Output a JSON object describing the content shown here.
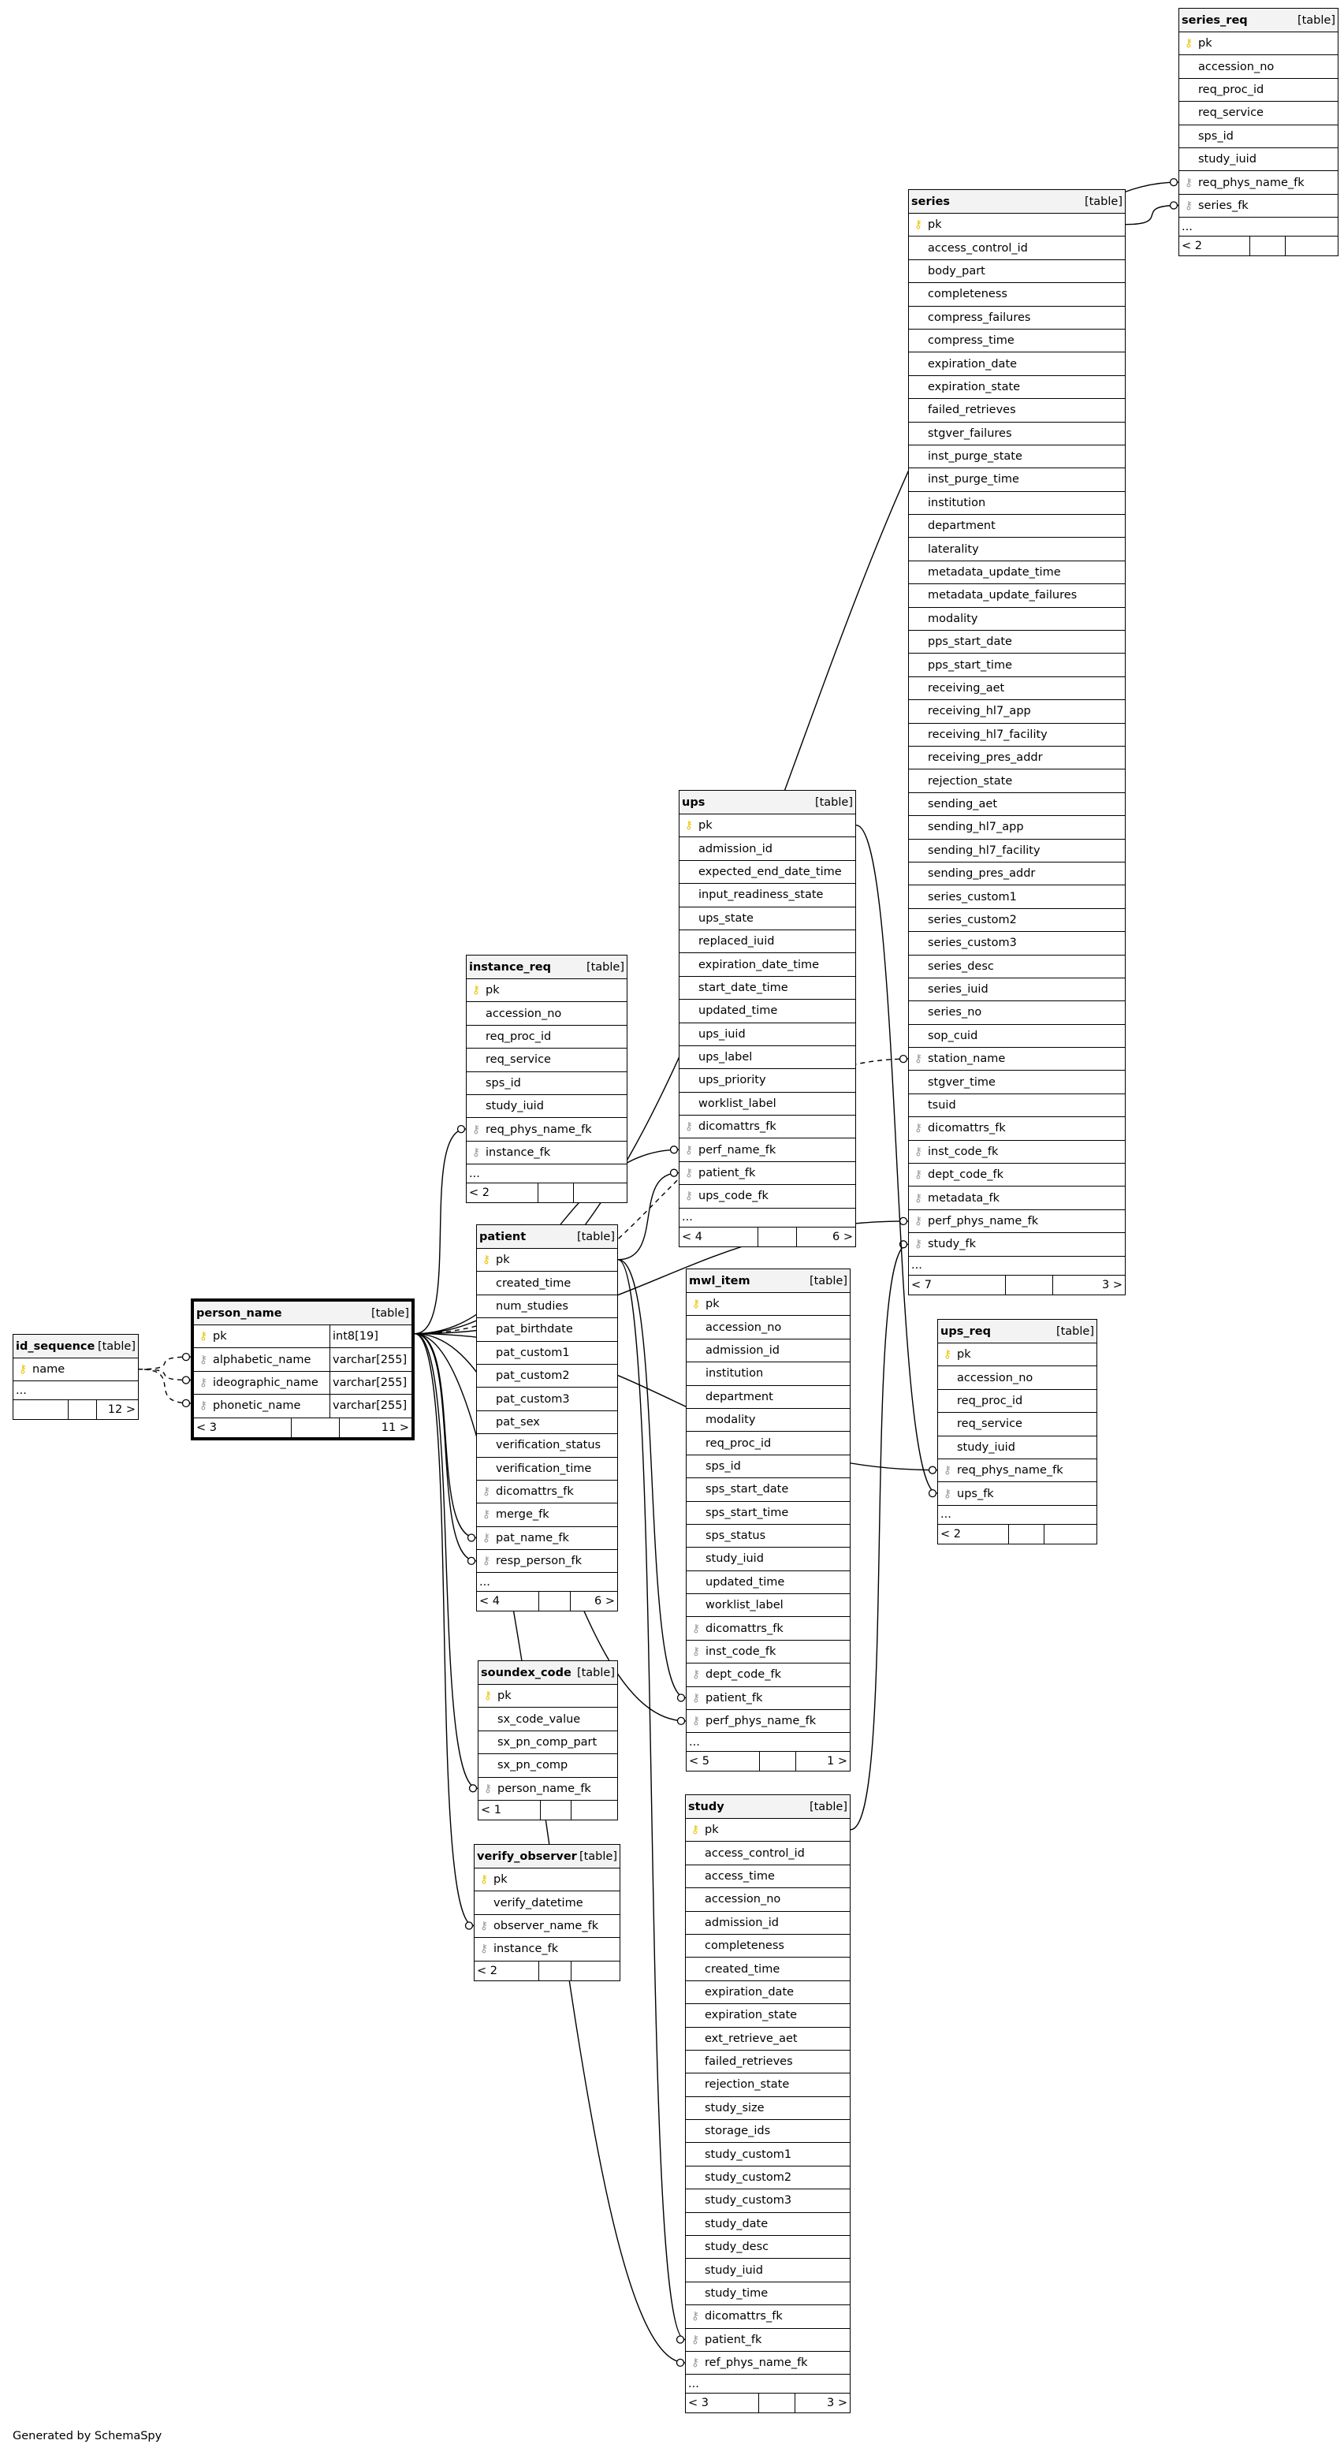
{
  "footer": "Generated by SchemaSpy",
  "type_label": "[table]",
  "more_label": "...",
  "tables": [
    {
      "id": "series_req",
      "name": "series_req",
      "focus": false,
      "columns": [
        {
          "name": "pk",
          "icon": "pk"
        },
        {
          "name": "accession_no"
        },
        {
          "name": "req_proc_id"
        },
        {
          "name": "req_service"
        },
        {
          "name": "sps_id"
        },
        {
          "name": "study_iuid"
        },
        {
          "name": "req_phys_name_fk",
          "icon": "fk"
        },
        {
          "name": "series_fk",
          "icon": "fk"
        }
      ],
      "more": true,
      "foot": [
        "< 2",
        "",
        ""
      ]
    },
    {
      "id": "series",
      "name": "series",
      "focus": false,
      "columns": [
        {
          "name": "pk",
          "icon": "pk"
        },
        {
          "name": "access_control_id"
        },
        {
          "name": "body_part"
        },
        {
          "name": "completeness"
        },
        {
          "name": "compress_failures"
        },
        {
          "name": "compress_time"
        },
        {
          "name": "expiration_date"
        },
        {
          "name": "expiration_state"
        },
        {
          "name": "failed_retrieves"
        },
        {
          "name": "stgver_failures"
        },
        {
          "name": "inst_purge_state"
        },
        {
          "name": "inst_purge_time"
        },
        {
          "name": "institution"
        },
        {
          "name": "department"
        },
        {
          "name": "laterality"
        },
        {
          "name": "metadata_update_time"
        },
        {
          "name": "metadata_update_failures"
        },
        {
          "name": "modality"
        },
        {
          "name": "pps_start_date"
        },
        {
          "name": "pps_start_time"
        },
        {
          "name": "receiving_aet"
        },
        {
          "name": "receiving_hl7_app"
        },
        {
          "name": "receiving_hl7_facility"
        },
        {
          "name": "receiving_pres_addr"
        },
        {
          "name": "rejection_state"
        },
        {
          "name": "sending_aet"
        },
        {
          "name": "sending_hl7_app"
        },
        {
          "name": "sending_hl7_facility"
        },
        {
          "name": "sending_pres_addr"
        },
        {
          "name": "series_custom1"
        },
        {
          "name": "series_custom2"
        },
        {
          "name": "series_custom3"
        },
        {
          "name": "series_desc"
        },
        {
          "name": "series_iuid"
        },
        {
          "name": "series_no"
        },
        {
          "name": "sop_cuid"
        },
        {
          "name": "station_name",
          "icon": "fk"
        },
        {
          "name": "stgver_time"
        },
        {
          "name": "tsuid"
        },
        {
          "name": "dicomattrs_fk",
          "icon": "fk"
        },
        {
          "name": "inst_code_fk",
          "icon": "fk"
        },
        {
          "name": "dept_code_fk",
          "icon": "fk"
        },
        {
          "name": "metadata_fk",
          "icon": "fk"
        },
        {
          "name": "perf_phys_name_fk",
          "icon": "fk"
        },
        {
          "name": "study_fk",
          "icon": "fk"
        }
      ],
      "more": true,
      "foot": [
        "< 7",
        "",
        "3 >"
      ]
    },
    {
      "id": "ups",
      "name": "ups",
      "focus": false,
      "columns": [
        {
          "name": "pk",
          "icon": "pk"
        },
        {
          "name": "admission_id"
        },
        {
          "name": "expected_end_date_time"
        },
        {
          "name": "input_readiness_state"
        },
        {
          "name": "ups_state"
        },
        {
          "name": "replaced_iuid"
        },
        {
          "name": "expiration_date_time"
        },
        {
          "name": "start_date_time"
        },
        {
          "name": "updated_time"
        },
        {
          "name": "ups_iuid"
        },
        {
          "name": "ups_label"
        },
        {
          "name": "ups_priority"
        },
        {
          "name": "worklist_label"
        },
        {
          "name": "dicomattrs_fk",
          "icon": "fk"
        },
        {
          "name": "perf_name_fk",
          "icon": "fk"
        },
        {
          "name": "patient_fk",
          "icon": "fk"
        },
        {
          "name": "ups_code_fk",
          "icon": "fk"
        }
      ],
      "more": true,
      "foot": [
        "< 4",
        "",
        "6 >"
      ]
    },
    {
      "id": "instance_req",
      "name": "instance_req",
      "focus": false,
      "columns": [
        {
          "name": "pk",
          "icon": "pk"
        },
        {
          "name": "accession_no"
        },
        {
          "name": "req_proc_id"
        },
        {
          "name": "req_service"
        },
        {
          "name": "sps_id"
        },
        {
          "name": "study_iuid"
        },
        {
          "name": "req_phys_name_fk",
          "icon": "fk"
        },
        {
          "name": "instance_fk",
          "icon": "fk"
        }
      ],
      "more": true,
      "foot": [
        "< 2",
        "",
        ""
      ]
    },
    {
      "id": "patient",
      "name": "patient",
      "focus": false,
      "columns": [
        {
          "name": "pk",
          "icon": "pk"
        },
        {
          "name": "created_time"
        },
        {
          "name": "num_studies"
        },
        {
          "name": "pat_birthdate"
        },
        {
          "name": "pat_custom1"
        },
        {
          "name": "pat_custom2"
        },
        {
          "name": "pat_custom3"
        },
        {
          "name": "pat_sex"
        },
        {
          "name": "verification_status"
        },
        {
          "name": "verification_time"
        },
        {
          "name": "dicomattrs_fk",
          "icon": "fk"
        },
        {
          "name": "merge_fk",
          "icon": "fk"
        },
        {
          "name": "pat_name_fk",
          "icon": "fk"
        },
        {
          "name": "resp_person_fk",
          "icon": "fk"
        }
      ],
      "more": true,
      "foot": [
        "< 4",
        "",
        "6 >"
      ]
    },
    {
      "id": "mwl_item",
      "name": "mwl_item",
      "focus": false,
      "columns": [
        {
          "name": "pk",
          "icon": "pk"
        },
        {
          "name": "accession_no"
        },
        {
          "name": "admission_id"
        },
        {
          "name": "institution"
        },
        {
          "name": "department"
        },
        {
          "name": "modality"
        },
        {
          "name": "req_proc_id"
        },
        {
          "name": "sps_id"
        },
        {
          "name": "sps_start_date"
        },
        {
          "name": "sps_start_time"
        },
        {
          "name": "sps_status"
        },
        {
          "name": "study_iuid"
        },
        {
          "name": "updated_time"
        },
        {
          "name": "worklist_label"
        },
        {
          "name": "dicomattrs_fk",
          "icon": "fk"
        },
        {
          "name": "inst_code_fk",
          "icon": "fk"
        },
        {
          "name": "dept_code_fk",
          "icon": "fk"
        },
        {
          "name": "patient_fk",
          "icon": "fk"
        },
        {
          "name": "perf_phys_name_fk",
          "icon": "fk"
        }
      ],
      "more": true,
      "foot": [
        "< 5",
        "",
        "1 >"
      ]
    },
    {
      "id": "ups_req",
      "name": "ups_req",
      "focus": false,
      "columns": [
        {
          "name": "pk",
          "icon": "pk"
        },
        {
          "name": "accession_no"
        },
        {
          "name": "req_proc_id"
        },
        {
          "name": "req_service"
        },
        {
          "name": "study_iuid"
        },
        {
          "name": "req_phys_name_fk",
          "icon": "fk"
        },
        {
          "name": "ups_fk",
          "icon": "fk"
        }
      ],
      "more": true,
      "foot": [
        "< 2",
        "",
        ""
      ]
    },
    {
      "id": "id_sequence",
      "name": "id_sequence",
      "focus": false,
      "columns": [
        {
          "name": "name",
          "icon": "pk"
        }
      ],
      "more": true,
      "foot": [
        "",
        "",
        "12 >"
      ]
    },
    {
      "id": "person_name",
      "name": "person_name",
      "focus": true,
      "columns": [
        {
          "name": "pk",
          "icon": "pk",
          "type": "int8[19]"
        },
        {
          "name": "alphabetic_name",
          "icon": "fk",
          "type": "varchar[255]"
        },
        {
          "name": "ideographic_name",
          "icon": "fk",
          "type": "varchar[255]"
        },
        {
          "name": "phonetic_name",
          "icon": "fk",
          "type": "varchar[255]"
        }
      ],
      "more": false,
      "foot": [
        "< 3",
        "",
        "11 >"
      ]
    },
    {
      "id": "soundex_code",
      "name": "soundex_code",
      "focus": false,
      "columns": [
        {
          "name": "pk",
          "icon": "pk"
        },
        {
          "name": "sx_code_value"
        },
        {
          "name": "sx_pn_comp_part"
        },
        {
          "name": "sx_pn_comp"
        },
        {
          "name": "person_name_fk",
          "icon": "fk"
        }
      ],
      "more": false,
      "foot": [
        "< 1",
        "",
        ""
      ]
    },
    {
      "id": "verify_observer",
      "name": "verify_observer",
      "focus": false,
      "columns": [
        {
          "name": "pk",
          "icon": "pk"
        },
        {
          "name": "verify_datetime"
        },
        {
          "name": "observer_name_fk",
          "icon": "fk"
        },
        {
          "name": "instance_fk",
          "icon": "fk"
        }
      ],
      "more": false,
      "foot": [
        "< 2",
        "",
        ""
      ]
    },
    {
      "id": "study",
      "name": "study",
      "focus": false,
      "columns": [
        {
          "name": "pk",
          "icon": "pk"
        },
        {
          "name": "access_control_id"
        },
        {
          "name": "access_time"
        },
        {
          "name": "accession_no"
        },
        {
          "name": "admission_id"
        },
        {
          "name": "completeness"
        },
        {
          "name": "created_time"
        },
        {
          "name": "expiration_date"
        },
        {
          "name": "expiration_state"
        },
        {
          "name": "ext_retrieve_aet"
        },
        {
          "name": "failed_retrieves"
        },
        {
          "name": "rejection_state"
        },
        {
          "name": "study_size"
        },
        {
          "name": "storage_ids"
        },
        {
          "name": "study_custom1"
        },
        {
          "name": "study_custom2"
        },
        {
          "name": "study_custom3"
        },
        {
          "name": "study_date"
        },
        {
          "name": "study_desc"
        },
        {
          "name": "study_iuid"
        },
        {
          "name": "study_time"
        },
        {
          "name": "dicomattrs_fk",
          "icon": "fk"
        },
        {
          "name": "patient_fk",
          "icon": "fk"
        },
        {
          "name": "ref_phys_name_fk",
          "icon": "fk"
        }
      ],
      "more": true,
      "foot": [
        "< 3",
        "",
        "3 >"
      ]
    }
  ],
  "relationships": [
    {
      "from": "series_req",
      "col": "req_phys_name_fk",
      "to": "person_name",
      "style": "solid"
    },
    {
      "from": "series_req",
      "col": "series_fk",
      "to": "series",
      "style": "solid"
    },
    {
      "from": "series",
      "col": "station_name",
      "to": "person_name",
      "style": "dashed"
    },
    {
      "from": "series",
      "col": "perf_phys_name_fk",
      "to": "person_name",
      "style": "solid"
    },
    {
      "from": "series",
      "col": "study_fk",
      "to": "study",
      "style": "solid"
    },
    {
      "from": "ups",
      "col": "perf_name_fk",
      "to": "person_name",
      "style": "solid"
    },
    {
      "from": "ups",
      "col": "patient_fk",
      "to": "patient",
      "style": "solid"
    },
    {
      "from": "instance_req",
      "col": "req_phys_name_fk",
      "to": "person_name",
      "style": "solid"
    },
    {
      "from": "patient",
      "col": "pat_name_fk",
      "to": "person_name",
      "style": "solid"
    },
    {
      "from": "patient",
      "col": "resp_person_fk",
      "to": "person_name",
      "style": "solid"
    },
    {
      "from": "mwl_item",
      "col": "patient_fk",
      "to": "patient",
      "style": "solid"
    },
    {
      "from": "mwl_item",
      "col": "perf_phys_name_fk",
      "to": "person_name",
      "style": "solid"
    },
    {
      "from": "ups_req",
      "col": "req_phys_name_fk",
      "to": "person_name",
      "style": "solid"
    },
    {
      "from": "ups_req",
      "col": "ups_fk",
      "to": "ups",
      "style": "solid"
    },
    {
      "from": "person_name",
      "col": "alphabetic_name",
      "to": "id_sequence",
      "style": "dashed"
    },
    {
      "from": "person_name",
      "col": "ideographic_name",
      "to": "id_sequence",
      "style": "dashed"
    },
    {
      "from": "person_name",
      "col": "phonetic_name",
      "to": "id_sequence",
      "style": "dashed"
    },
    {
      "from": "soundex_code",
      "col": "person_name_fk",
      "to": "person_name",
      "style": "solid"
    },
    {
      "from": "verify_observer",
      "col": "observer_name_fk",
      "to": "person_name",
      "style": "solid"
    },
    {
      "from": "study",
      "col": "patient_fk",
      "to": "patient",
      "style": "solid"
    },
    {
      "from": "study",
      "col": "ref_phys_name_fk",
      "to": "person_name",
      "style": "solid"
    }
  ]
}
